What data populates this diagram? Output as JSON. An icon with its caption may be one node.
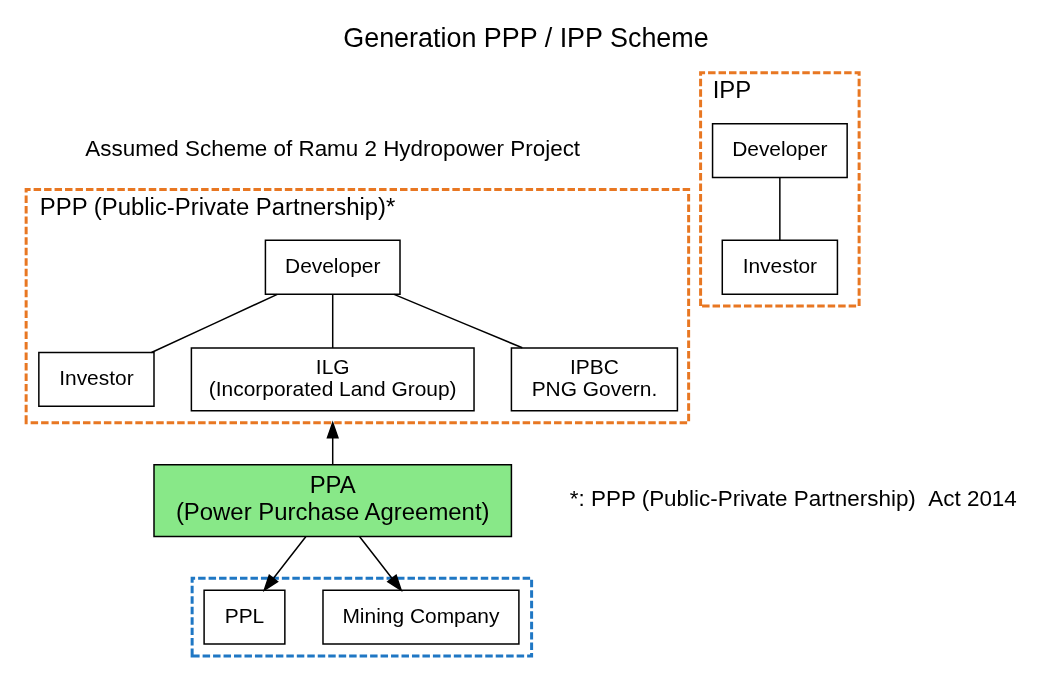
{
  "diagram": {
    "title": "Generation PPP / IPP Scheme",
    "nodes": [
      {
        "text": [
          "PPP (Public-Private Partnership)*"
        ]
      },
      {
        "text": [
          "Developer"
        ],
        "in": 0
      },
      {
        "text": [
          "Investor"
        ],
        "in": 0
      },
      {
        "text": [
          "ILG",
          "(Incorporated Land Group)"
        ],
        "in": 0
      },
      {
        "text": [
          "IPBC",
          "PNG Govern."
        ],
        "in": 0
      },
      {
        "text": [
          "IPP"
        ]
      },
      {
        "text": [
          "Developer"
        ],
        "in": 5
      },
      {
        "text": [
          "Investor"
        ],
        "in": 5
      },
      {
        "text": [
          "PPA",
          "(Power Purchase Agreement)"
        ]
      },
      {
        "text": [],
        "shape": "box"
      },
      {
        "text": [
          "PPL"
        ],
        "in": 9
      },
      {
        "text": [
          "Mining Company"
        ],
        "in": 9
      }
    ],
    "edges": [
      {
        "from": 1,
        "to": 2,
        "arrow": "none"
      },
      {
        "from": 1,
        "to": 3,
        "arrow": "none"
      },
      {
        "from": 1,
        "to": 4,
        "arrow": "none"
      },
      {
        "from": 6,
        "to": 7,
        "arrow": "none"
      },
      {
        "from": 8,
        "to": 0,
        "arrow": "to"
      },
      {
        "from": 8,
        "to": 10,
        "arrow": "to"
      },
      {
        "from": 8,
        "to": 11,
        "arrow": "to"
      }
    ],
    "labels": [
      "Assumed Scheme of Ramu 2 Hydropower Project",
      "*: PPP (Public-Private Partnership)  Act 2014"
    ]
  }
}
